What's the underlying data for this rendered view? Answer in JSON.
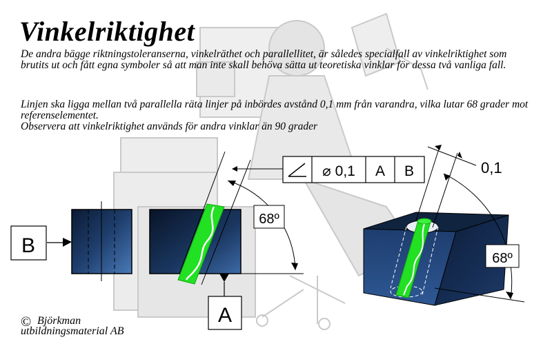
{
  "title": "Vinkelriktighet",
  "paragraph1": "De andra bägge riktningstoleranserna, vinkelräthet och parallellitet, är således specialfall av vinkelriktighet som brutits ut och fått egna symboler så att man inte skall behöva sätta ut teoretiska vinklar för dessa två vanliga fall.",
  "paragraph2": [
    "Linjen ska ligga mellan två parallella räta linjer på inbördes avstånd 0,1 mm från varandra, vilka lutar 68 grader mot referenselementet.",
    "Observera att vinkelriktighet används för andra vinklar än 90 grader"
  ],
  "feature_control_frame": {
    "symbol": "angularity-symbol",
    "tolerance": "⌀ 0,1",
    "datum1": "A",
    "datum2": "B"
  },
  "datum_labels": {
    "b": "B",
    "a": "A"
  },
  "angle_label_left": "68º",
  "angle_label_right": "68º",
  "tolerance_zone_label": "0,1",
  "copyright": {
    "symbol": "©",
    "line1": "Björkman",
    "line2": "utbildningsmaterial AB"
  },
  "colors": {
    "block_dark": "#0d1f3a",
    "block_light": "#3a6aa8",
    "green": "#22e022",
    "background_sketch": "#d8d8d8"
  }
}
